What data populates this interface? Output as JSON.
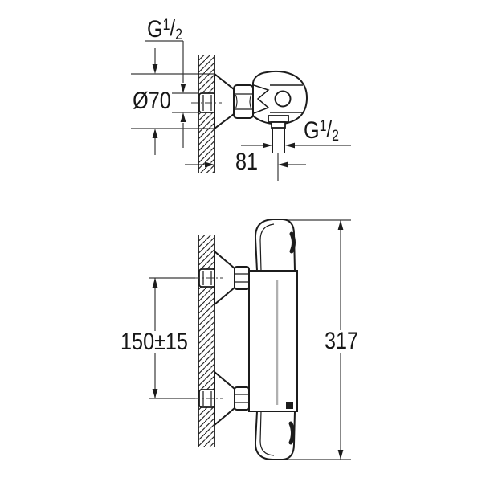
{
  "colors": {
    "background": "#ffffff",
    "outline": "#1c1c1c",
    "dimension_line": "#3a3a3a",
    "body_highlight_gray": "#b0b0b0"
  },
  "views": {
    "connection_detail": {
      "labels": {
        "inlet_thread": {
          "prefix": "G",
          "numerator": "1",
          "slash": "/",
          "denominator": "2"
        },
        "escutcheon_diameter": "Ø70",
        "wall_to_outlet_distance": "81",
        "outlet_thread": {
          "prefix": "G",
          "numerator": "1",
          "slash": "/",
          "denominator": "2"
        }
      }
    },
    "front_profile": {
      "labels": {
        "inlet_spacing": "150±15",
        "overall_height": "317"
      }
    }
  }
}
